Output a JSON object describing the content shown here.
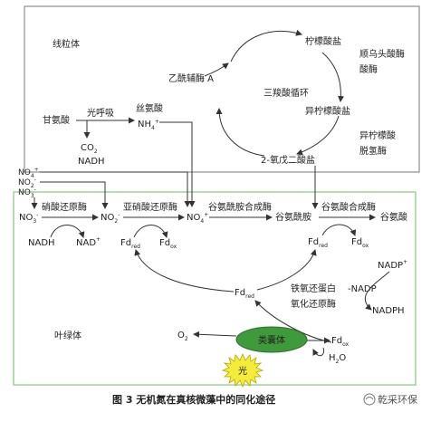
{
  "regions": {
    "mitochondrion": "线粒体",
    "chloroplast": "叶绿体"
  },
  "tca": {
    "cycle": "三羧酸循环",
    "acetyl_coa": "乙酰辅酶 A",
    "citrate": "柠檬酸盐",
    "aconitase": "顺乌头酸酶",
    "isocitrate": "异柠檬酸盐",
    "icdh_1": "异柠檬酸",
    "icdh_2": "脱氢酶",
    "akg": "2-氧戊二酸盐"
  },
  "photorespiration": {
    "glycine": "甘氨酸",
    "process": "光呼吸",
    "serine": "丝氨酸",
    "nh4": "NH",
    "nh4_sub": "4",
    "nh4_sup": "+",
    "co2": "CO",
    "co2_sub": "2",
    "nadh": "NADH"
  },
  "inputs": {
    "no3_label": "NO",
    "no3_sub": "3",
    "no3_sup": "-",
    "no2_label": "NO",
    "no2_sub": "2",
    "no2_sup": "-",
    "no4_label": "NO",
    "no4_sub": "4",
    "no4_sup": "+"
  },
  "chloro": {
    "nitrate_reductase": "硝酸还原酶",
    "nitrite_reductase": "亚硝酸还原酶",
    "gs": "谷氨酰胺合成酶",
    "glutamine": "谷氨酰胺",
    "gogat": "谷氨酸合成酶",
    "glutamate": "谷氨酸",
    "nadh": "NADH",
    "nad": "NAD",
    "nad_sup": "+",
    "fd": "Fd",
    "fd_red_sub": "red",
    "fd_ox_sub": "ox",
    "fnr_1": "铁氧还蛋白",
    "fnr_2": "氧化还原酶",
    "nadp": "NADP",
    "nadp_sup": "+",
    "nadp_minus": "-NADP",
    "nadph": "NADPH",
    "thylakoid": "类囊体",
    "light": "光",
    "o2": "O",
    "o2_sub": "2",
    "h2o_h": "H",
    "h2o_sub": "2",
    "h2o_o": "O"
  },
  "caption": "图 3    无机氮在真核微藻中的同化途径",
  "watermark": "乾采环保",
  "colors": {
    "chloroplast_border": "#9fd39a",
    "thylakoid_fill": "#3f9a3c",
    "thylakoid_stroke": "#2f6e2c",
    "sun_fill": "#f4ec3a",
    "sun_stroke": "#b9a400"
  }
}
